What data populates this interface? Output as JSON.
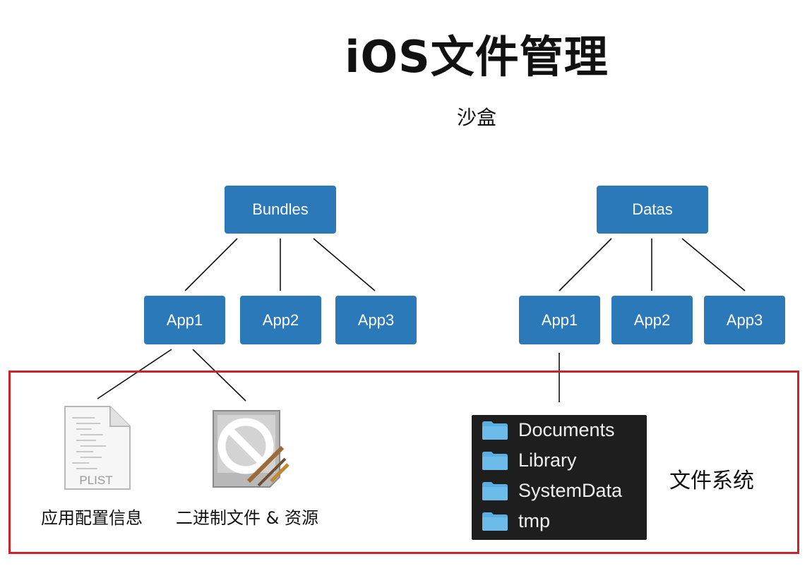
{
  "title": "iOS文件管理",
  "subtitle": "沙盒",
  "bundles": {
    "root": "Bundles",
    "apps": [
      "App1",
      "App2",
      "App3"
    ],
    "children": [
      {
        "label": "应用配置信息",
        "icon": "plist-file-icon",
        "icon_text": "PLIST"
      },
      {
        "label": "二进制文件 & 资源",
        "icon": "prohibited-app-icon"
      }
    ]
  },
  "datas": {
    "root": "Datas",
    "apps": [
      "App1",
      "App2",
      "App3"
    ],
    "folders": [
      "Documents",
      "Library",
      "SystemData",
      "tmp"
    ],
    "filesystem_label": "文件系统"
  },
  "colors": {
    "node": "#2b79b8",
    "highlight_border": "#c8262c",
    "finder_bg": "#1e1e1e",
    "folder": "#5aaee0"
  }
}
